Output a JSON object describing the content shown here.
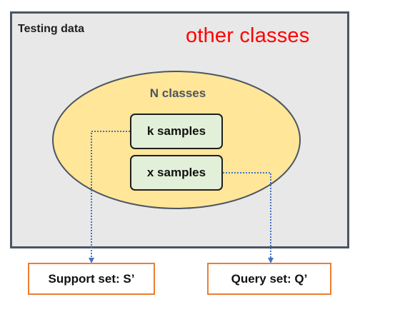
{
  "testing_box": {
    "title": "Testing data"
  },
  "other_classes": {
    "label": "other classes",
    "color": "#ff0000"
  },
  "n_classes": {
    "label": "N classes"
  },
  "k_samples": {
    "label": "k samples"
  },
  "x_samples": {
    "label": "x samples"
  },
  "support_set": {
    "label": "Support set: S’"
  },
  "query_set": {
    "label": "Query set: Q’"
  },
  "colors": {
    "testing_fill": "#e8e8e8",
    "testing_border": "#4b5563",
    "ellipse_fill": "#ffe699",
    "ellipse_border": "#4b5563",
    "sample_fill": "#e2f0d9",
    "set_border": "#ed7d31",
    "arrow": "#4472c4"
  }
}
